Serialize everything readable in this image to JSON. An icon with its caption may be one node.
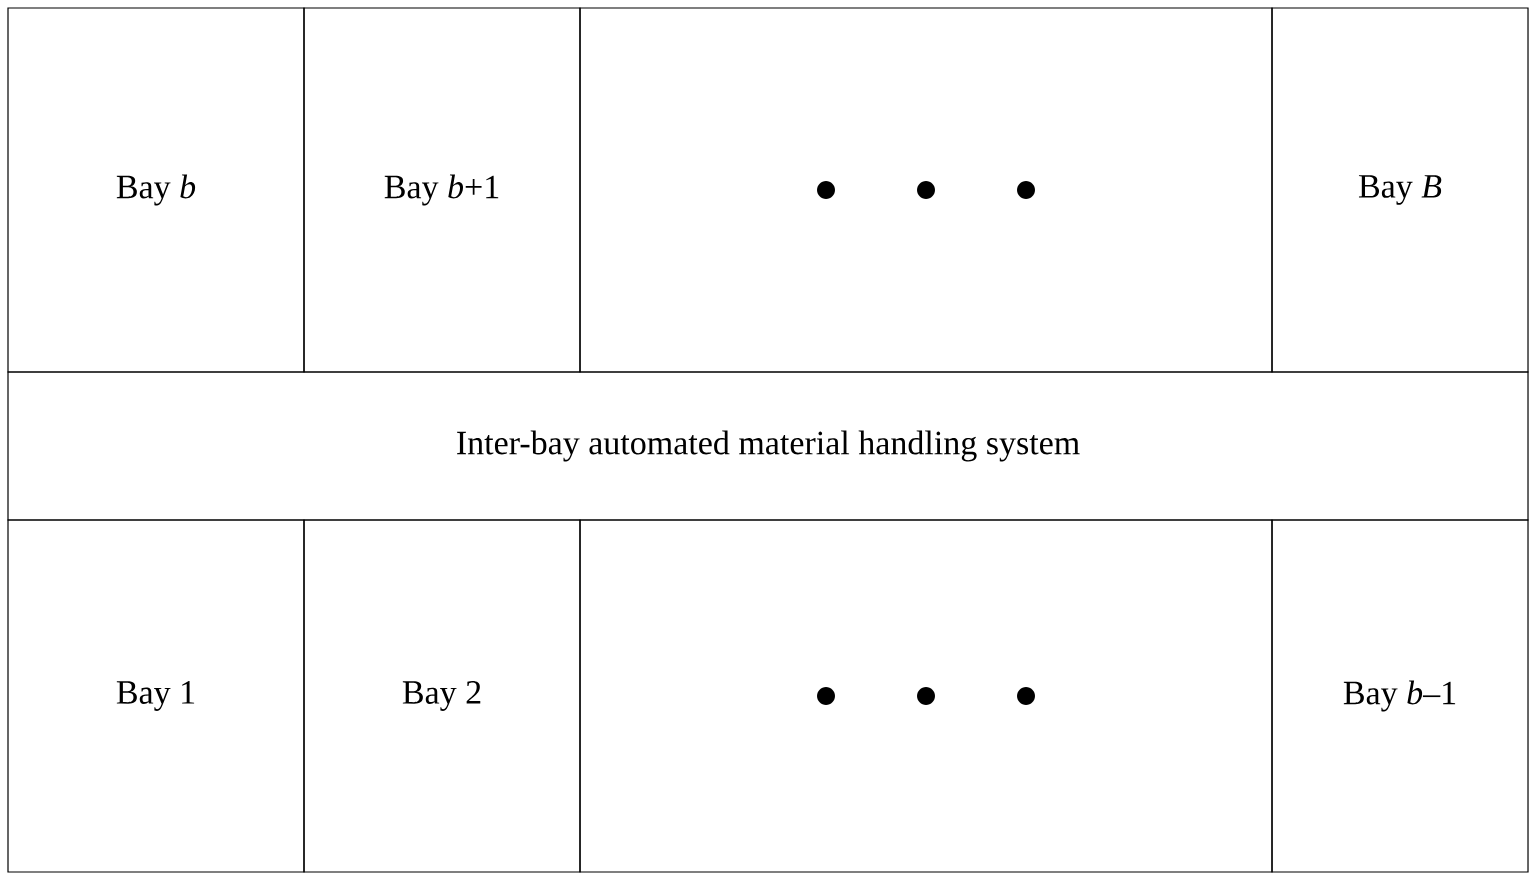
{
  "diagram": {
    "nodes": [
      {
        "text": [
          "Bay *b*"
        ]
      },
      {
        "text": [
          "Bay *b*+1"
        ]
      },
      {
        "text": [],
        "shape": "box"
      },
      {
        "text": [
          "Bay *B*"
        ]
      },
      {
        "text": [
          "Inter-bay automated material handling system"
        ]
      },
      {
        "text": [
          "Bay 1"
        ]
      },
      {
        "text": [
          "Bay 2"
        ]
      },
      {
        "text": [],
        "shape": "box"
      },
      {
        "text": [
          "Bay *b*–1"
        ]
      }
    ]
  }
}
